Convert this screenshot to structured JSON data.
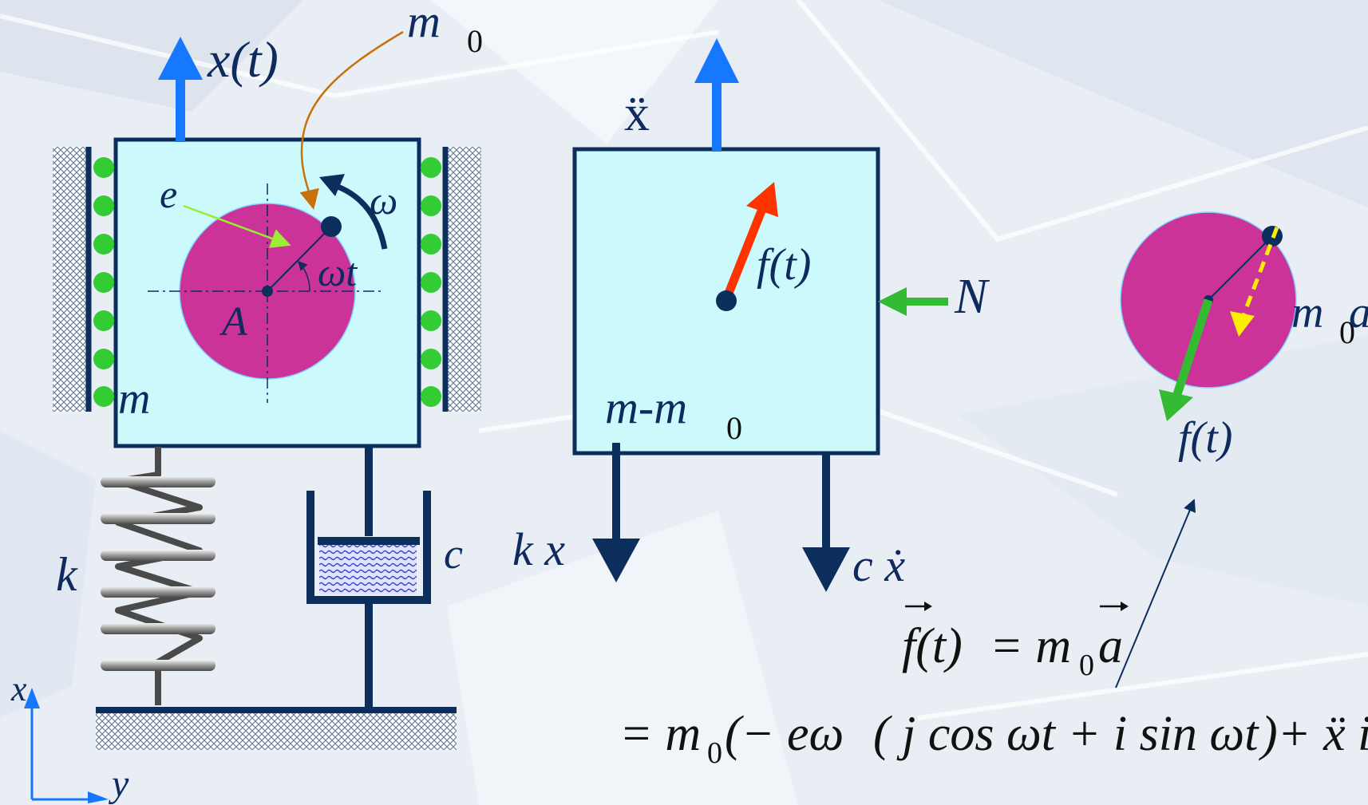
{
  "colors": {
    "block_fill": "#ccfafc",
    "block_stroke": "#0b2e5c",
    "rotor": "#cc3399",
    "roller": "#33cc33",
    "velocity_arrow": "#1677ff",
    "force_arrow_red": "#ff3300",
    "force_arrow_green": "#33bb33",
    "accel_arrow": "#ffee00",
    "pointer_orange": "#c8700a",
    "pointer_green": "#99ee33",
    "dark_navy": "#0b2e5c"
  },
  "labels": {
    "x_t": "x(t)",
    "m0_symbol": "m",
    "m0_sub": "0",
    "e": "e",
    "omega": "ω",
    "omega_t": "ωt",
    "point_A": "A",
    "mass_m": "m",
    "spring_k": "k",
    "damper_c": "c",
    "axis_x": "x",
    "axis_y": "y",
    "x_ddot": "ẍ",
    "f_t": "f(t)",
    "normal_N": "N",
    "m_minus_m0": "m-m",
    "m_minus_m0_sub": "0",
    "force_kx": "k x",
    "force_cx": "c ẋ",
    "rotor_m": "m",
    "rotor_m_sub": "0",
    "rotor_a": "a",
    "rotor_f_t": "f(t)"
  },
  "equations": {
    "line1_lhs": "f(t)",
    "line1_rhs": "= m",
    "line1_sub": "0",
    "line1_a": "a",
    "line2_eq": "= m",
    "line2_sub": "0",
    "line2_term1": "(− eω",
    "line2_term2": "( j cos ωt + i sin ωt",
    "line2_term3": ")+ ẍ i"
  },
  "icons": [
    "up-arrow-icon",
    "down-arrow-icon",
    "left-arrow-icon",
    "rotation-arrow-icon",
    "spring-icon",
    "damper-icon"
  ]
}
